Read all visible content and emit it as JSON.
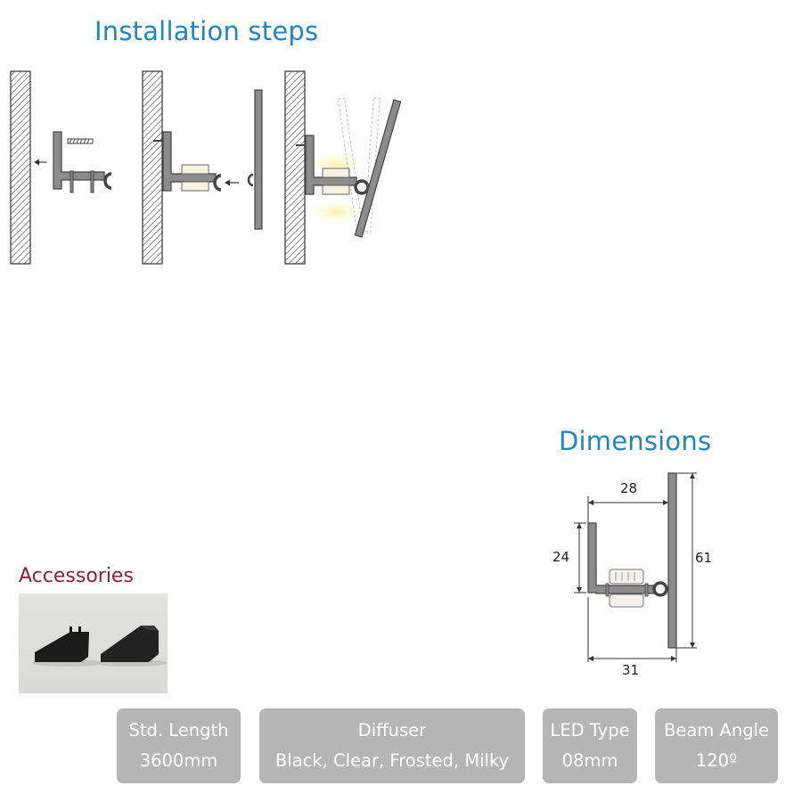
{
  "installation": {
    "title": "Installation steps"
  },
  "dimensions": {
    "title": "Dimensions",
    "width_top": "28",
    "height_left": "24",
    "height_right": "61",
    "width_bottom": "31"
  },
  "accessories": {
    "title": "Accessories"
  },
  "specs": [
    {
      "label": "Std. Length",
      "value": "3600mm"
    },
    {
      "label": "Diffuser",
      "value": "Black, Clear, Frosted, Milky"
    },
    {
      "label": "LED Type",
      "value": "08mm"
    },
    {
      "label": "Beam Angle",
      "value": "120º"
    }
  ],
  "colors": {
    "heading_blue": "#1f86c6",
    "accessories_red": "#8b2232",
    "spec_box_gray": "#b5b5b5",
    "profile_gray": "#8c8c8c"
  }
}
